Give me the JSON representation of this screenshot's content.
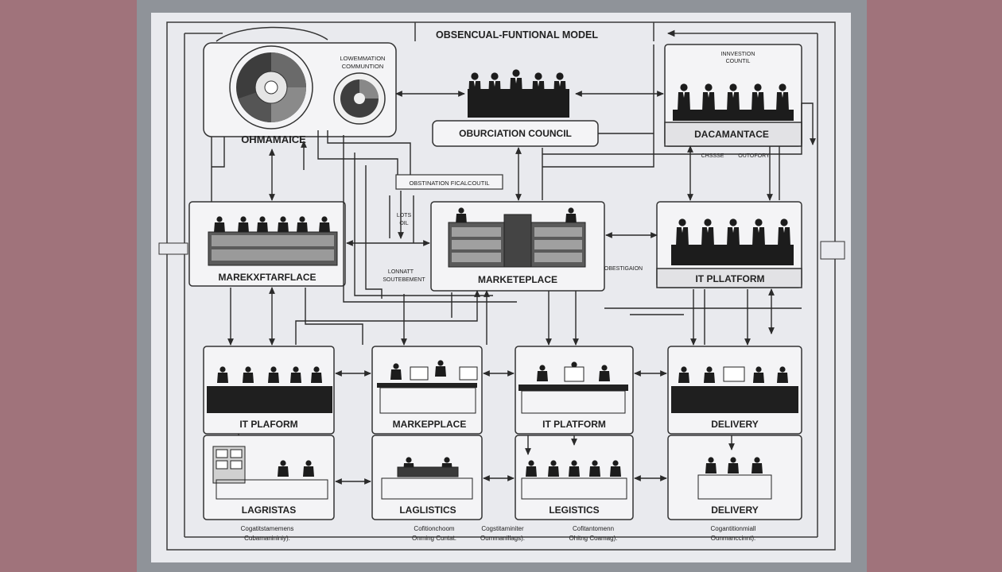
{
  "diagram": {
    "title": "OBSENCUAL-FUNTIONAL MODEL",
    "governance": {
      "label": "OHMAMAICE",
      "small_chart_caption_1": "LOWEMMATION",
      "small_chart_caption_2": "COMMUNTION"
    },
    "council": {
      "label": "OBURCIATION  COUNCIL"
    },
    "top_right": {
      "label": "DACAMANTACE",
      "caption_1": "INNVESTION",
      "caption_2": "COUNTIL"
    },
    "connector_label": "OBSTINATION FICALCOUTIL",
    "middle_left": {
      "label": "MAREKXFTARFLACE"
    },
    "middle_center": {
      "label": "MARKETEPLACE"
    },
    "middle_right": {
      "label": "IT PLLATFORM"
    },
    "small_notes": {
      "left_1": "LOTS",
      "left_2": "OIL",
      "under_1": "LONNATT",
      "under_2": "SOUTEBEMENT",
      "right": "OBESTIGAION",
      "top_right_1": "CHSSSE",
      "top_right_2": "OUTOFORY"
    },
    "row3": [
      {
        "label": "IT PLAFORM"
      },
      {
        "label": "MARKEPPLACE"
      },
      {
        "label": "IT PLATFORM"
      },
      {
        "label": "DELIVERY"
      }
    ],
    "row4": [
      {
        "label": "LAGRISTAS"
      },
      {
        "label": "LAGLISTICS"
      },
      {
        "label": "LEGISTICS"
      },
      {
        "label": "DELIVERY"
      }
    ],
    "footnotes": [
      {
        "line1": "Cogatitstamemens",
        "line2": "Cubamanininiy)."
      },
      {
        "line1": "Cofitionchoom",
        "line2": "Onming Cuntat."
      },
      {
        "line1": "Cogstitaminiter",
        "line2": "Oummanillags)."
      },
      {
        "line1": "Cofitantomenn",
        "line2": "Ohitng Coamag)."
      },
      {
        "line1": "Cogantitionmiall",
        "line2": "Ounmanccinnt)."
      }
    ]
  }
}
